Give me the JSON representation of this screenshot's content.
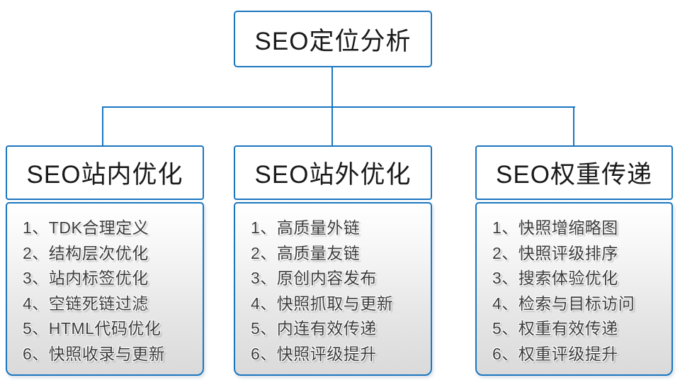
{
  "root": {
    "label": "SEO定位分析"
  },
  "columns": [
    {
      "header": "SEO站内优化",
      "items": [
        "1、TDK合理定义",
        "2、结构层次优化",
        "3、站内标签优化",
        "4、空链死链过滤",
        "5、HTML代码优化",
        "6、快照收录与更新"
      ]
    },
    {
      "header": "SEO站外优化",
      "items": [
        "1、高质量外链",
        "2、高质量友链",
        "3、原创内容发布",
        "4、快照抓取与更新",
        "5、内连有效传递",
        "6、快照评级提升"
      ]
    },
    {
      "header": "SEO权重传递",
      "items": [
        "1、快照增缩略图",
        "2、快照评级排序",
        "3、搜索体验优化",
        "4、检索与目标访问",
        "5、权重有效传递",
        "6、权重评级提升"
      ]
    }
  ],
  "colors": {
    "accent": "#1b76c0",
    "header_text": "#1a1a1a",
    "item_text": "#3c3c3c",
    "list_gradient_top": "#ffffff",
    "list_gradient_bottom": "#dadada"
  }
}
